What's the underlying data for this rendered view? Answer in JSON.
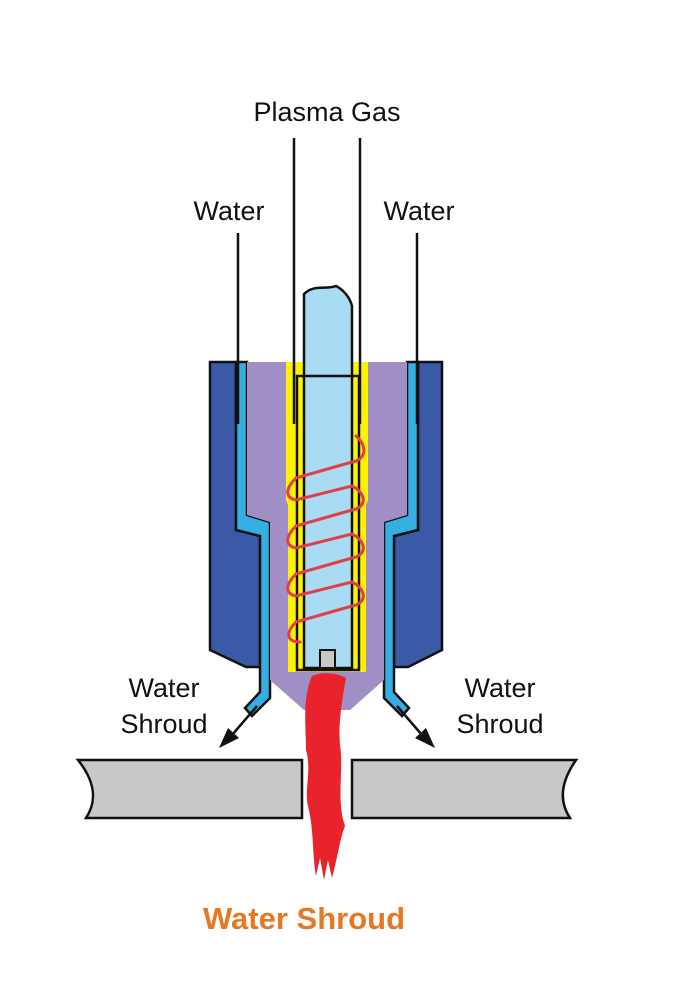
{
  "labels": {
    "plasma_gas": "Plasma Gas",
    "water_left": "Water",
    "water_right": "Water",
    "shroud_left_line1": "Water",
    "shroud_left_line2": "Shroud",
    "shroud_right_line1": "Water",
    "shroud_right_line2": "Shroud"
  },
  "caption": "Water Shroud",
  "colors": {
    "outer_body": "#3a5aa8",
    "water_channel": "#35aee2",
    "nozzle": "#9f8fc4",
    "plasma_gas": "#fff200",
    "electrode": "#a9dcf2",
    "coil": "#e23d4b",
    "arc": "#e8232b",
    "workpiece": "#c8c8c8",
    "caption": "#e87722"
  }
}
